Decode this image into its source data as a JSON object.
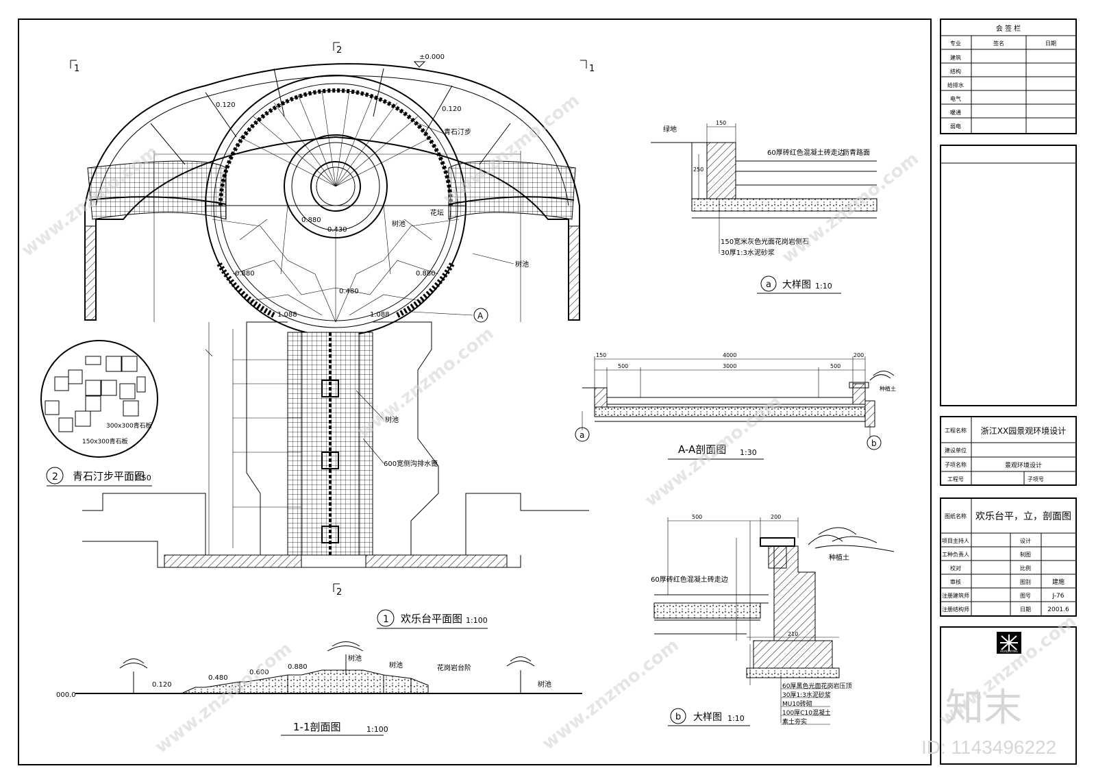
{
  "elevations": {
    "zero": "±0.000",
    "e120a": "0.120",
    "e120b": "0.120",
    "e880a": "0.880",
    "e430": "0.430",
    "e880b": "0.880",
    "e880c": "0.880",
    "e480": "0.480",
    "e088a": "1.088",
    "e088b": "1.088"
  },
  "plan": {
    "title_num": "1",
    "title": "欢乐台平面图",
    "scale": "1:100",
    "section_mark_1": "1",
    "section_mark_2": "2",
    "callout_a": "A",
    "labels": {
      "bluestone_step": "青石汀步",
      "flowerbed": "花坛",
      "tree_pit_1": "树池",
      "tree_pit_2": "树池",
      "drain": "600宽侧沟排水篦",
      "tree_pit_3": "树池"
    }
  },
  "detail2": {
    "title_num": "2",
    "title": "青石汀步平面图",
    "scale": "1:50",
    "label_300": "300x300青石板",
    "label_150": "150x300青石板"
  },
  "detailA": {
    "title_num": "a",
    "title": "大样图",
    "scale": "1:10",
    "l_green": "绿地",
    "l_curb": "60厚砖红色混凝土砖走边",
    "l_asphalt": "沥青路面",
    "l_granite": "150宽米灰色光面花岗岩侧石",
    "l_mortar": "30厚1:3水泥砂浆",
    "d1": "150",
    "d2": "250"
  },
  "sectionAA": {
    "title": "A-A剖面图",
    "scale": "1:30",
    "d_total": "4000",
    "d_mid": "3000",
    "d_l": "500",
    "d_r": "500",
    "d_e": "200",
    "d_s": "150",
    "callout_a": "a",
    "callout_b": "b",
    "l_soil": "种植土"
  },
  "detailB": {
    "title_num": "b",
    "title": "大样图",
    "scale": "1:10",
    "d_500": "500",
    "d_200": "200",
    "d_210": "210",
    "l_soil": "种植土",
    "l_curb": "60厚砖红色混凝土砖走边",
    "l_layers": [
      "60厚黑色光面花岗岩压顶",
      "30厚1:3水泥砂浆",
      "MU10砖砌",
      "100厚C10混凝土",
      "素土夯实"
    ]
  },
  "section11": {
    "title": "1-1剖面图",
    "scale": "1:100",
    "e000": "000.0",
    "e120": "0.120",
    "e480": "0.480",
    "e600": "0.600",
    "e880": "0.880",
    "l_tree1": "树池",
    "l_tree2": "树池",
    "l_granite": "花岗岩台阶",
    "l_tree3": "树池"
  },
  "sign_table": {
    "title": "会 签 栏",
    "headers": [
      "专业",
      "签名",
      "日期"
    ],
    "rows": [
      "建筑",
      "结构",
      "给排水",
      "电气",
      "暖通",
      "弱电"
    ]
  },
  "project": {
    "label_name": "工程名称",
    "value_name": "浙江XX园景观环境设计",
    "label_unit": "建设单位",
    "label_sub": "子项名称",
    "value_sub": "景观环境设计",
    "label_no": "工程号",
    "label_subno": "子项号"
  },
  "drawing": {
    "label_title": "图纸名称",
    "value_title": "欢乐台平，立，剖面图",
    "rows_left": [
      "项目主持人",
      "工种负责人",
      "校对",
      "审核",
      "注册建筑师",
      "注册结构师"
    ],
    "rows_mid": [
      "设计",
      "制图",
      "比例",
      "图别",
      "图号",
      "日期"
    ],
    "v_type": "建施",
    "v_no": "J-76",
    "v_date": "2001.6"
  },
  "logo_text": "HUAQINYING",
  "watermark": {
    "site": "www.znzmo.com",
    "brand": "知末",
    "id": "ID: 1143496222"
  },
  "colors": {
    "line": "#000000",
    "watermark": "#cfcfcf"
  }
}
